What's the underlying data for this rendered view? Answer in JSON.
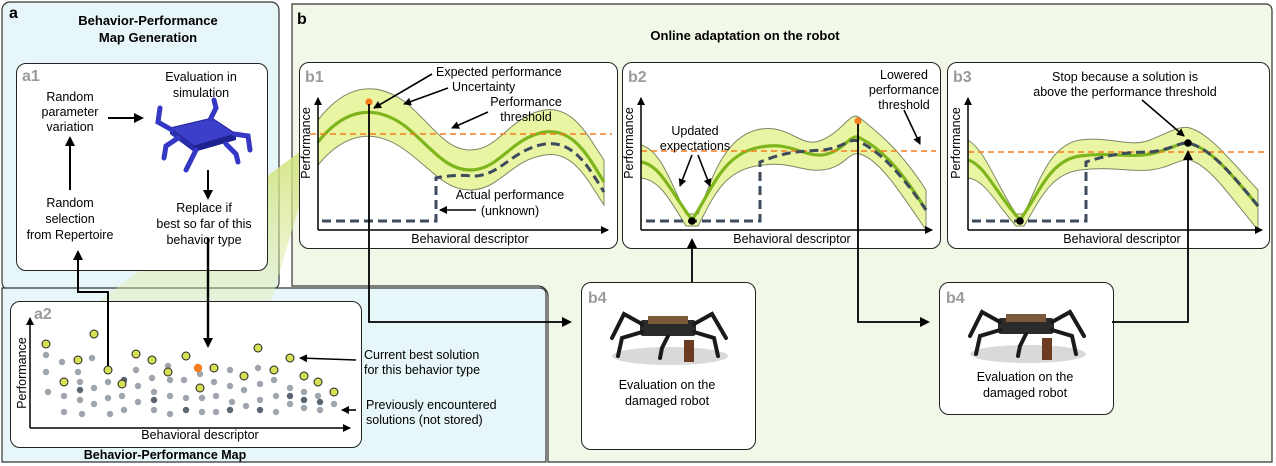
{
  "panel_a": {
    "letter": "a",
    "title_line1": "Behavior-Performance",
    "title_line2": "Map Generation",
    "a1": {
      "id": "a1",
      "random_param_line1": "Random",
      "random_param_line2": "parameter",
      "random_param_line3": "variation",
      "eval_line1": "Evaluation in",
      "eval_line2": "simulation",
      "random_sel_line1": "Random",
      "random_sel_line2": "selection",
      "random_sel_line3": "from Repertoire",
      "replace_line1": "Replace if",
      "replace_line2": "best so far of this",
      "replace_line3": "behavior type"
    },
    "a2": {
      "id": "a2",
      "ylabel": "Performance",
      "xlabel": "Behavioral descriptor",
      "current_best_line1": "Current best solution",
      "current_best_line2": "for this behavior type",
      "previous_line1": "Previously encountered",
      "previous_line2": "solutions (not stored)"
    },
    "footer": "Behavior-Performance Map"
  },
  "panel_b": {
    "letter": "b",
    "title": "Online adaptation on the robot",
    "b1": {
      "id": "b1",
      "expected": "Expected performance",
      "uncertainty": "Uncertainty",
      "threshold_line1": "Performance",
      "threshold_line2": "threshold",
      "actual_line1": "Actual performance",
      "actual_line2": "(unknown)",
      "ylabel": "Performance",
      "xlabel": "Behavioral descriptor"
    },
    "b2": {
      "id": "b2",
      "updated_line1": "Updated",
      "updated_line2": "expectations",
      "lowered_line1": "Lowered",
      "lowered_line2": "performance",
      "lowered_line3": "threshold",
      "ylabel": "Performance",
      "xlabel": "Behavioral descriptor"
    },
    "b3": {
      "id": "b3",
      "stop_line1": "Stop because a solution is",
      "stop_line2": "above the performance threshold",
      "ylabel": "Performance",
      "xlabel": "Behavioral descriptor"
    },
    "b4_left": {
      "id": "b4",
      "caption_line1": "Evaluation on the",
      "caption_line2": "damaged robot"
    },
    "b4_right": {
      "id": "b4",
      "caption_line1": "Evaluation on the",
      "caption_line2": "damaged robot"
    }
  },
  "colors": {
    "panel_a_bg": "#e7f6f8",
    "panel_b_bg": "#f1f8e7",
    "band_fill": "#eaf5a3",
    "mean_curve": "#7fb51c",
    "actual_curve": "#3d4b5c",
    "threshold": "#f57c1f",
    "highlight_point": "#f57c1f",
    "elite_point": "#d4e157",
    "grey_point": "#9ea5ad",
    "robot_sim": "#3b3fc9"
  },
  "icons": {
    "sim_robot": "hexapod-simulation-icon",
    "real_robot": "hexapod-robot-photo"
  }
}
